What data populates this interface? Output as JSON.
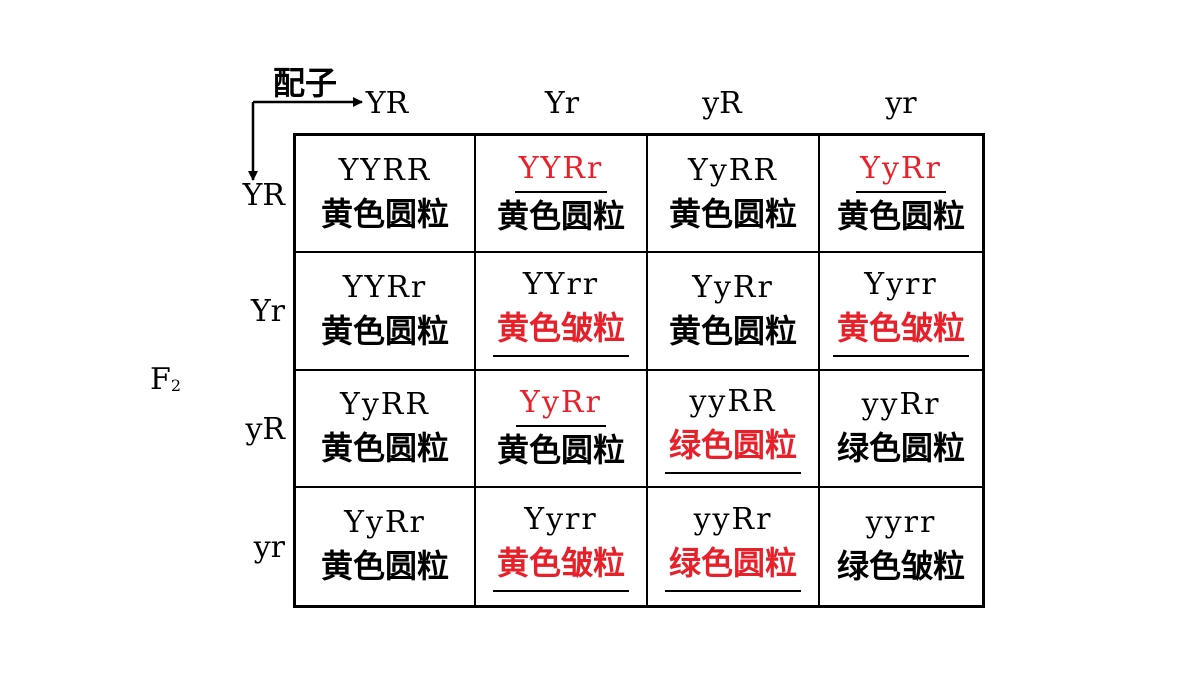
{
  "gamete_label": "配子",
  "f2_label": {
    "main": "F",
    "sub": "2"
  },
  "columns": [
    "YR",
    "Yr",
    "yR",
    "yr"
  ],
  "rows": [
    "YR",
    "Yr",
    "yR",
    "yr"
  ],
  "cells": [
    [
      {
        "genotype": "YYRR",
        "phenotype": "黄色圆粒",
        "highlight": ""
      },
      {
        "genotype": "YYRr",
        "phenotype": "黄色圆粒",
        "highlight": "genotype"
      },
      {
        "genotype": "YyRR",
        "phenotype": "黄色圆粒",
        "highlight": ""
      },
      {
        "genotype": "YyRr",
        "phenotype": "黄色圆粒",
        "highlight": "genotype"
      }
    ],
    [
      {
        "genotype": "YYRr",
        "phenotype": "黄色圆粒",
        "highlight": ""
      },
      {
        "genotype": "YYrr",
        "phenotype": "黄色皱粒",
        "highlight": "phenotype"
      },
      {
        "genotype": "YyRr",
        "phenotype": "黄色圆粒",
        "highlight": ""
      },
      {
        "genotype": "Yyrr",
        "phenotype": "黄色皱粒",
        "highlight": "phenotype"
      }
    ],
    [
      {
        "genotype": "YyRR",
        "phenotype": "黄色圆粒",
        "highlight": ""
      },
      {
        "genotype": "YyRr",
        "phenotype": "黄色圆粒",
        "highlight": "genotype"
      },
      {
        "genotype": "yyRR",
        "phenotype": "绿色圆粒",
        "highlight": "phenotype"
      },
      {
        "genotype": "yyRr",
        "phenotype": "绿色圆粒",
        "highlight": ""
      }
    ],
    [
      {
        "genotype": "YyRr",
        "phenotype": "黄色圆粒",
        "highlight": ""
      },
      {
        "genotype": "Yyrr",
        "phenotype": "黄色皱粒",
        "highlight": "phenotype"
      },
      {
        "genotype": "yyRr",
        "phenotype": "绿色圆粒",
        "highlight": "phenotype"
      },
      {
        "genotype": "yyrr",
        "phenotype": "绿色皱粒",
        "highlight": ""
      }
    ]
  ],
  "colors": {
    "highlight": "#e8202a",
    "text": "#000000",
    "grid": "#000000"
  }
}
